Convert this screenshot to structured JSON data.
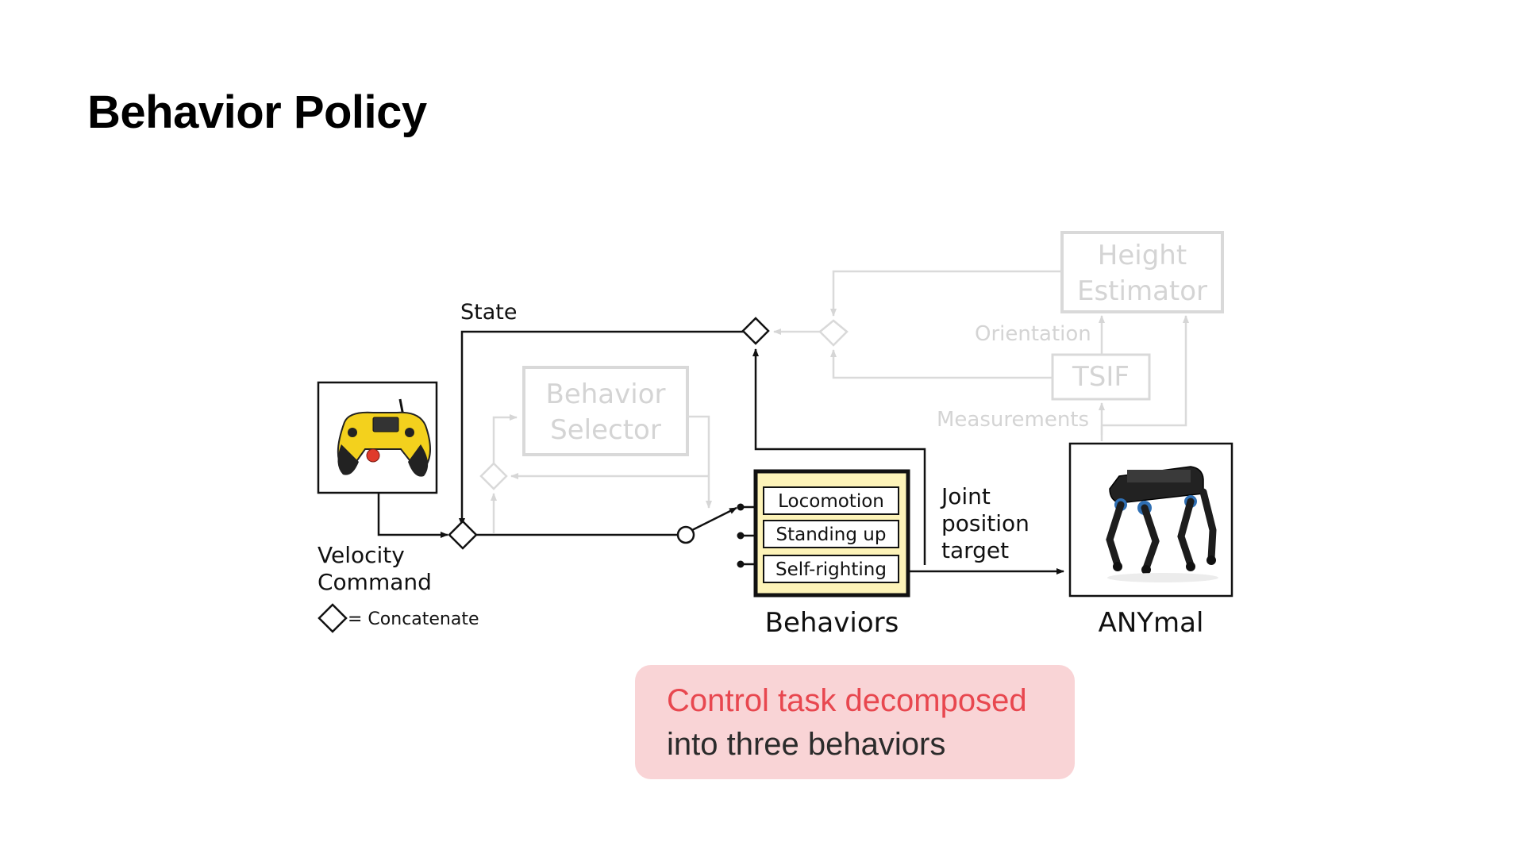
{
  "slide": {
    "title": "Behavior Policy"
  },
  "diagram": {
    "state_label": "State",
    "velocity_command_line1": "Velocity",
    "velocity_command_line2": "Command",
    "legend_label": "= Concatenate",
    "behavior_selector_line1": "Behavior",
    "behavior_selector_line2": "Selector",
    "height_estimator_line1": "Height",
    "height_estimator_line2": "Estimator",
    "orientation_label": "Orientation",
    "tsif_label": "TSIF",
    "measurements_label": "Measurements",
    "behaviors": [
      "Locomotion",
      "Standing up",
      "Self-righting"
    ],
    "behaviors_caption": "Behaviors",
    "joint_target_line1": "Joint",
    "joint_target_line2": "position",
    "joint_target_line3": "target",
    "robot_caption": "ANYmal",
    "controller_icon": "gamepad-icon",
    "robot_icon": "quadruped-robot-icon"
  },
  "callout": {
    "highlight": "Control task decomposed",
    "rest": "into three behaviors"
  },
  "colors": {
    "callout_bg": "#f9d4d6",
    "callout_accent": "#e8474f",
    "faded": "#d6d6d6",
    "behaviors_box_fill": "#fdf3b8"
  }
}
